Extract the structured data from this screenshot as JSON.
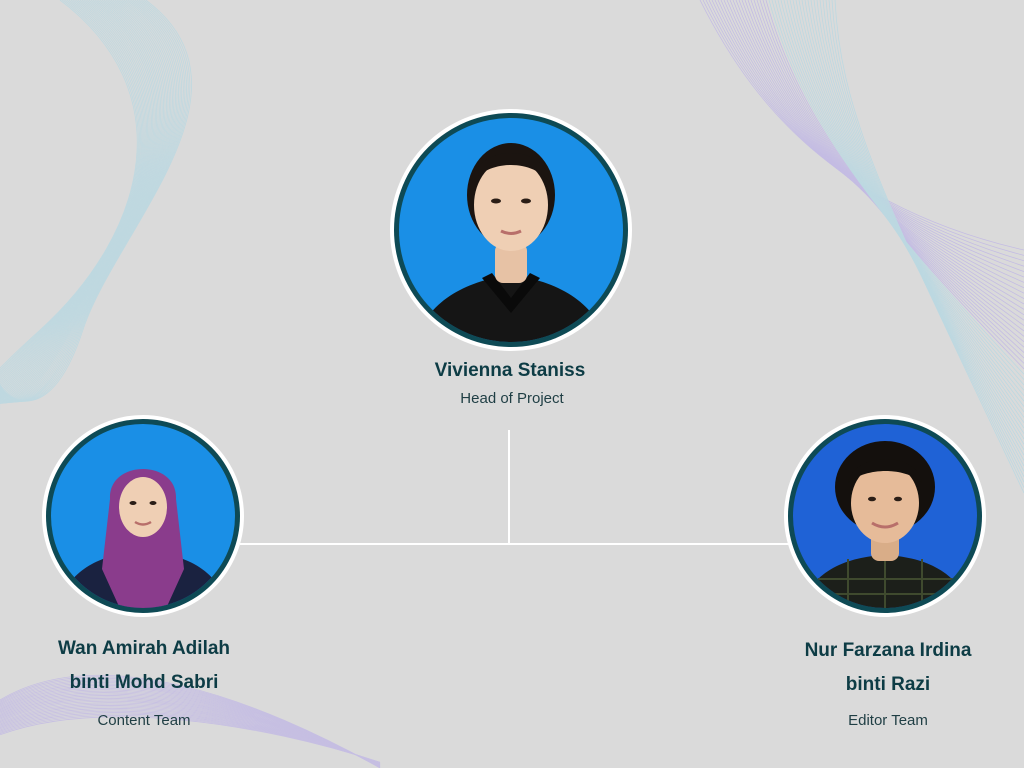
{
  "colors": {
    "background": "#dadada",
    "connector": "#ffffff",
    "name_text": "#0d3c45",
    "role_text": "#1f3e44",
    "portrait_ring": "#0e4a55",
    "portrait_background_blue": "#1a8fe6"
  },
  "head": {
    "name": "Vivienna Staniss",
    "role": "Head of Project"
  },
  "left_member": {
    "name_line1": "Wan Amirah Adilah",
    "name_line2": "binti Mohd Sabri",
    "role": "Content Team"
  },
  "right_member": {
    "name_line1": "Nur Farzana Irdina",
    "name_line2": "binti Razi",
    "role": "Editor Team"
  }
}
